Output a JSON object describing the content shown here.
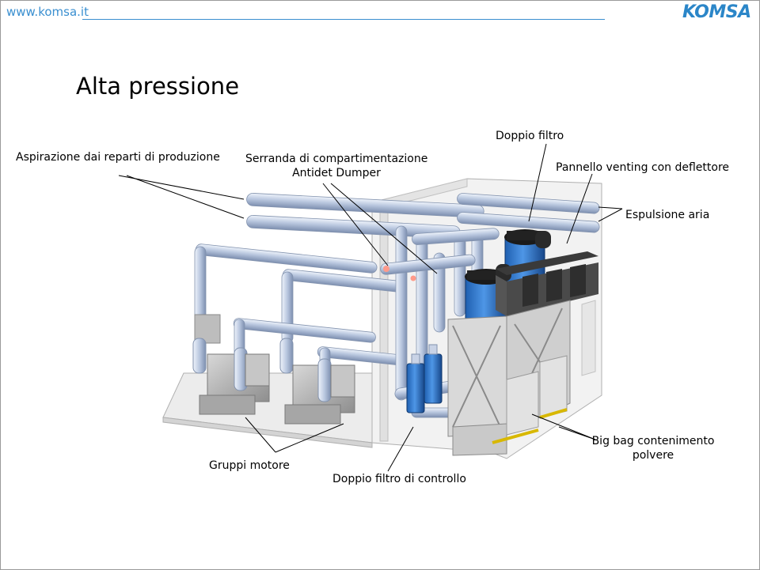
{
  "header": {
    "site_link": "www.komsa.it",
    "logo_text": "KOMSA",
    "colors": {
      "accent": "#3a8fd0",
      "logo": "#2b86c8"
    }
  },
  "page": {
    "title": "Alta pressione"
  },
  "labels": {
    "aspirazione": "Aspirazione dai reparti di produzione",
    "serranda_line1": "Serranda di compartimentazione",
    "serranda_line2": "Antidet Dumper",
    "doppio_filtro": "Doppio filtro",
    "pannello": "Pannello venting con deflettore",
    "espulsione": "Espulsione aria",
    "gruppi_motore": "Gruppi motore",
    "doppio_filtro_controllo": "Doppio filtro di controllo",
    "big_bag_line1": "Big bag contenimento",
    "big_bag_line2": "polvere"
  }
}
